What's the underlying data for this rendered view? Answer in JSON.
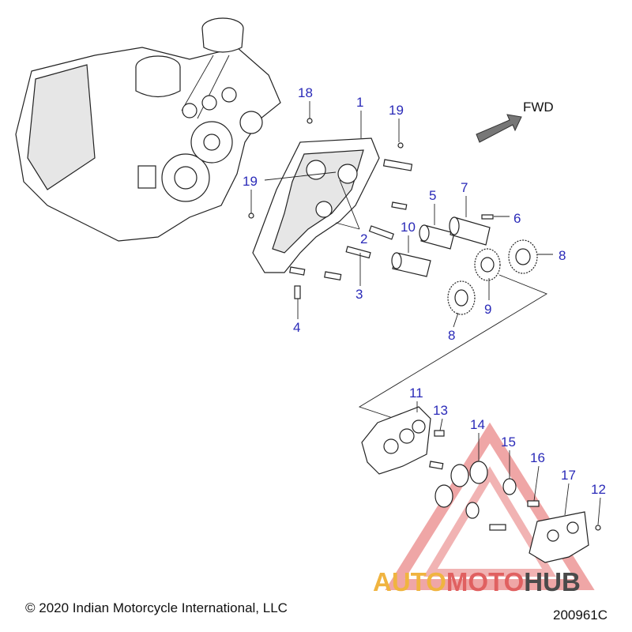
{
  "diagram": {
    "direction_label": "FWD",
    "copyright": "© 2020 Indian Motorcycle International, LLC",
    "figure_code": "200961C",
    "callouts": [
      "18",
      "1",
      "19",
      "19",
      "2",
      "5",
      "7",
      "6",
      "10",
      "8",
      "3",
      "4",
      "9",
      "8",
      "11",
      "13",
      "14",
      "15",
      "16",
      "17",
      "12"
    ],
    "watermark": {
      "part1": "AUTO",
      "part2": "MOTO",
      "part3": "HUB",
      "color_red": "#e06060",
      "color_orange": "#f0b440",
      "color_dark": "#4a4a4a"
    }
  }
}
